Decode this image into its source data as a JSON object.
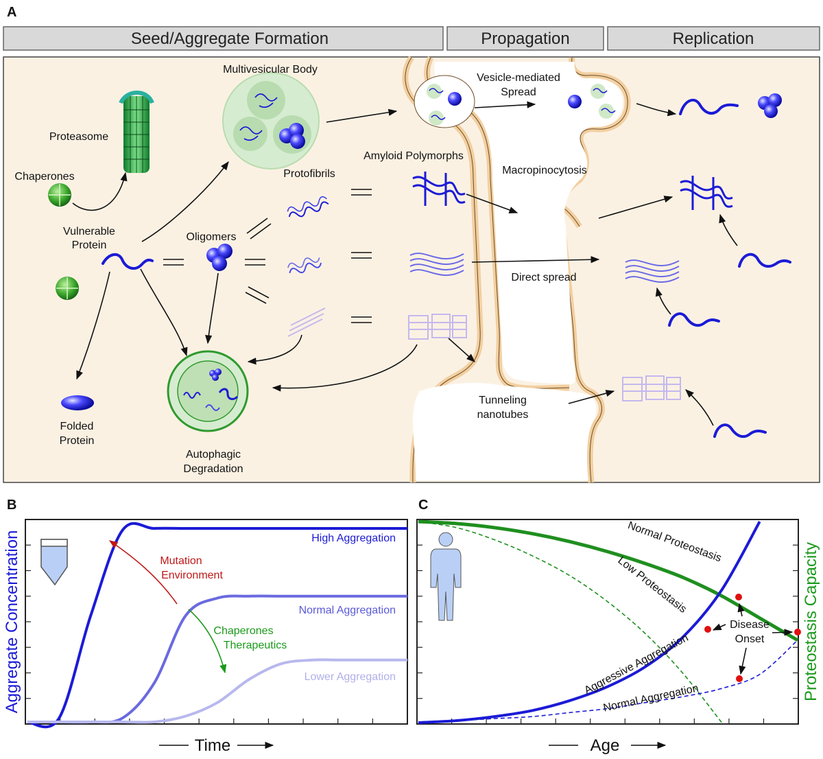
{
  "panel_a": {
    "letter": "A",
    "stages": [
      "Seed/Aggregate Formation",
      "Propagation",
      "Replication"
    ],
    "labels": {
      "multivesicular_body": "Multivesicular Body",
      "proteasome": "Proteasome",
      "chaperones": "Chaperones",
      "vulnerable_protein_1": "Vulnerable",
      "vulnerable_protein_2": "Protein",
      "oligomers": "Oligomers",
      "protofibrils": "Protofibrils",
      "amyloid_polymorphs": "Amyloid Polymorphs",
      "folded_protein_1": "Folded",
      "folded_protein_2": "Protein",
      "autophagic_1": "Autophagic",
      "autophagic_2": "Degradation",
      "vesicle_spread_1": "Vesicle-mediated",
      "vesicle_spread_2": "Spread",
      "macropinocytosis": "Macropinocytosis",
      "direct_spread": "Direct spread",
      "tunneling_1": "Tunneling",
      "tunneling_2": "nanotubes"
    },
    "colors": {
      "cell_bg": "#fbf1e3",
      "membrane": "#f5d3a3",
      "stage_header": "#d9d9d9",
      "protein_blue": "#1b1bd6",
      "chaperone_green": "#3aa52a",
      "vesicle_green": "#cfe8c6"
    }
  },
  "panel_b": {
    "letter": "B",
    "ylabel": "Aggregate Concentration",
    "xlabel": "Time",
    "series_labels": [
      "High Aggregation",
      "Normal Aggregation",
      "Lower Aggregation"
    ],
    "annotation_red": [
      "Mutation",
      "Environment"
    ],
    "annotation_green": [
      "Chaperones",
      "Therapeutics"
    ]
  },
  "panel_c": {
    "letter": "C",
    "xlabel": "Age",
    "ylabel_right": "Proteostasis Capacity",
    "curve_labels": [
      "Normal Proteostasis",
      "Low Proteostasis",
      "Aggressive Aggregation",
      "Normal Aggregation"
    ],
    "onset_label": [
      "Disease",
      "Onset"
    ]
  },
  "chart_data": [
    {
      "type": "line",
      "title": "",
      "xlabel": "Time",
      "ylabel": "Aggregate Concentration",
      "ylim": [
        0,
        1
      ],
      "x": [
        0,
        1,
        2,
        3,
        4,
        5,
        6,
        7,
        8,
        9,
        10,
        11,
        12
      ],
      "series": [
        {
          "name": "High Aggregation",
          "color": "#1b1bd6",
          "values": [
            0.0,
            0.02,
            0.55,
            0.99,
            1.0,
            1.0,
            1.0,
            1.0,
            1.0,
            1.0,
            1.0,
            1.0,
            1.0
          ]
        },
        {
          "name": "Normal Aggregation",
          "color": "#6a6ae0",
          "values": [
            0.0,
            0.0,
            0.0,
            0.02,
            0.2,
            0.55,
            0.64,
            0.65,
            0.65,
            0.65,
            0.65,
            0.65,
            0.65
          ]
        },
        {
          "name": "Lower Aggregation",
          "color": "#b8b8ee",
          "values": [
            0.0,
            0.0,
            0.0,
            0.0,
            0.0,
            0.03,
            0.1,
            0.22,
            0.3,
            0.32,
            0.32,
            0.32,
            0.32
          ]
        }
      ],
      "grid": false
    },
    {
      "type": "line",
      "title": "",
      "xlabel": "Age",
      "ylabel": "Proteostasis Capacity",
      "ylim": [
        0,
        1
      ],
      "x": [
        0,
        1,
        2,
        3,
        4,
        5,
        6,
        7,
        8,
        9,
        10
      ],
      "series": [
        {
          "name": "Normal Proteostasis",
          "color": "#1f8f1f",
          "values": [
            1.0,
            0.99,
            0.97,
            0.94,
            0.9,
            0.85,
            0.79,
            0.72,
            0.63,
            0.52,
            0.41
          ]
        },
        {
          "name": "Low Proteostasis",
          "color": "#1f8f1f",
          "values": [
            1.0,
            0.97,
            0.91,
            0.83,
            0.73,
            0.6,
            0.44,
            0.24,
            0.0
          ]
        },
        {
          "name": "Aggressive Aggregation",
          "color": "#1b1bd6",
          "values": [
            0.0,
            0.01,
            0.03,
            0.06,
            0.11,
            0.18,
            0.28,
            0.43,
            0.66,
            1.0
          ]
        },
        {
          "name": "Normal Aggregation",
          "color": "#1b1bd6",
          "values": [
            0.0,
            0.01,
            0.02,
            0.03,
            0.05,
            0.07,
            0.1,
            0.13,
            0.17,
            0.24,
            0.41
          ]
        }
      ],
      "grid": false
    }
  ]
}
